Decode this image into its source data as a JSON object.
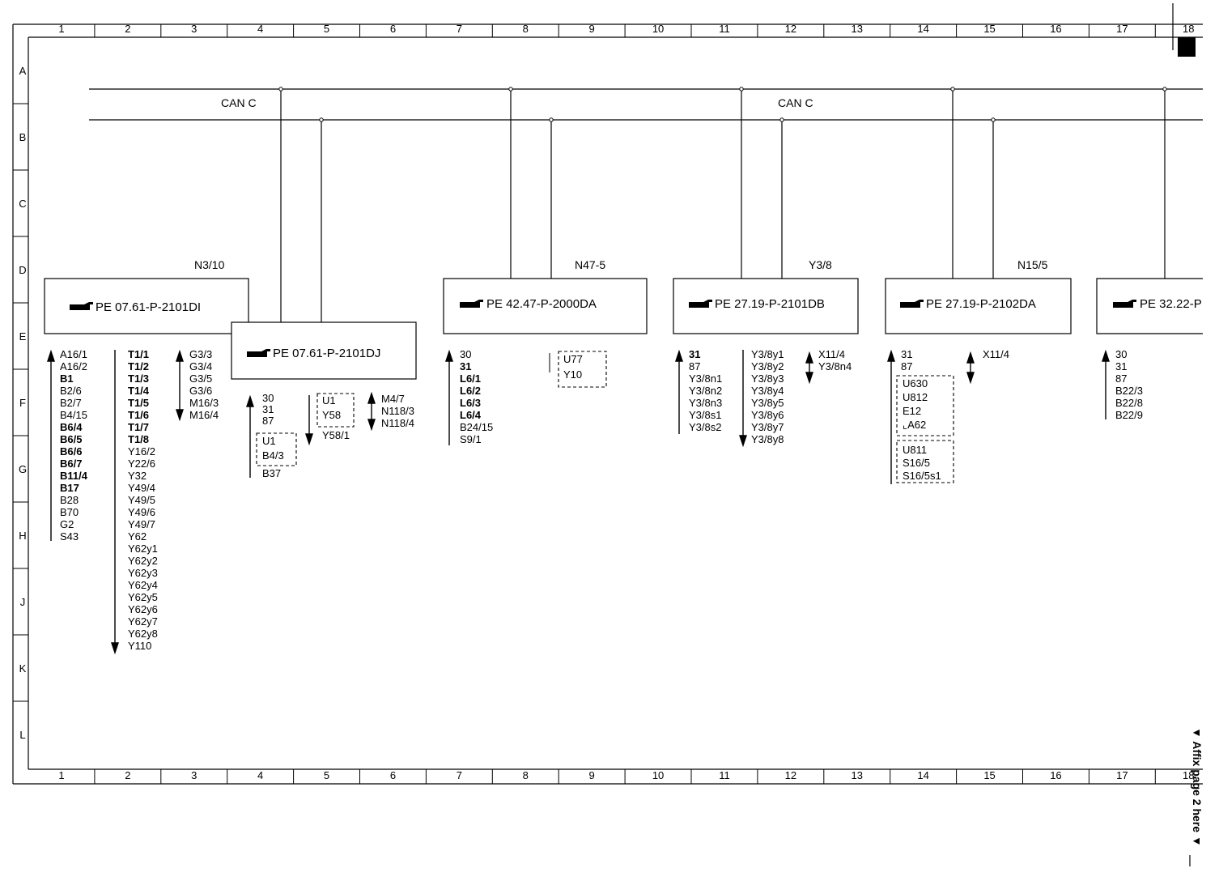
{
  "bus_label": "CAN C",
  "grid": {
    "columns": [
      "1",
      "2",
      "3",
      "4",
      "5",
      "6",
      "7",
      "8",
      "9",
      "10",
      "11",
      "12",
      "13",
      "14",
      "15",
      "16",
      "17",
      "18"
    ],
    "rows": [
      "A",
      "B",
      "C",
      "D",
      "E",
      "F",
      "G",
      "H",
      "J",
      "K",
      "L"
    ]
  },
  "modules": [
    {
      "id": "N3/10",
      "ref": "PE 07.61-P-2101DI"
    },
    {
      "id": "",
      "ref": "PE 07.61-P-2101DJ"
    },
    {
      "id": "N47-5",
      "ref": "PE 42.47-P-2000DA"
    },
    {
      "id": "Y3/8",
      "ref": "PE 27.19-P-2101DB"
    },
    {
      "id": "N15/5",
      "ref": "PE 27.19-P-2102DA"
    },
    {
      "id": "",
      "ref": "PE 32.22-P"
    }
  ],
  "lists": {
    "n310_a": [
      "A16/1",
      "A16/2",
      "B1",
      "B2/6",
      "B2/7",
      "B4/15",
      "B6/4",
      "B6/5",
      "B6/6",
      "B6/7",
      "B11/4",
      "B17",
      "B28",
      "B70",
      "G2",
      "S43"
    ],
    "n310_b": [
      "T1/1",
      "T1/2",
      "T1/3",
      "T1/4",
      "T1/5",
      "T1/6",
      "T1/7",
      "T1/8",
      "Y16/2",
      "Y22/6",
      "Y32",
      "Y49/4",
      "Y49/5",
      "Y49/6",
      "Y49/7",
      "Y62",
      "Y62y1",
      "Y62y2",
      "Y62y3",
      "Y62y4",
      "Y62y5",
      "Y62y6",
      "Y62y7",
      "Y62y8",
      "Y110"
    ],
    "n310_c": [
      "G3/3",
      "G3/4",
      "G3/5",
      "G3/6",
      "M16/3",
      "M16/4"
    ],
    "dj_a": [
      "30",
      "31",
      "87"
    ],
    "dj_a_box": [
      "U1",
      "B4/3"
    ],
    "dj_a_tail": [
      "B37"
    ],
    "dj_b_box": [
      "U1",
      "Y58"
    ],
    "dj_b_tail": [
      "Y58/1"
    ],
    "dj_c": [
      "M4/7",
      "N118/3",
      "N118/4"
    ],
    "n47_a": [
      "30",
      "31",
      "L6/1",
      "L6/2",
      "L6/3",
      "L6/4",
      "B24/15",
      "S9/1"
    ],
    "n47_box": [
      "U77",
      "Y10"
    ],
    "y38_a": [
      "31",
      "87",
      "Y3/8n1",
      "Y3/8n2",
      "Y3/8n3",
      "Y3/8s1",
      "Y3/8s2"
    ],
    "y38_b": [
      "Y3/8y1",
      "Y3/8y2",
      "Y3/8y3",
      "Y3/8y4",
      "Y3/8y5",
      "Y3/8y6",
      "Y3/8y7",
      "Y3/8y8"
    ],
    "y38_c": [
      "X11/4",
      "Y3/8n4"
    ],
    "n155_a": [
      "31",
      "87"
    ],
    "n155_box1": [
      "U630",
      "U812",
      "E12",
      "⌞A62"
    ],
    "n155_box2": [
      "U811",
      "S16/5",
      "S16/5s1"
    ],
    "n155_b": [
      "X11/4"
    ],
    "p3222_a": [
      "30",
      "31",
      "87",
      "B22/3",
      "B22/8",
      "B22/9"
    ]
  },
  "affix_text": "▼ Affix page 2 here ▼"
}
